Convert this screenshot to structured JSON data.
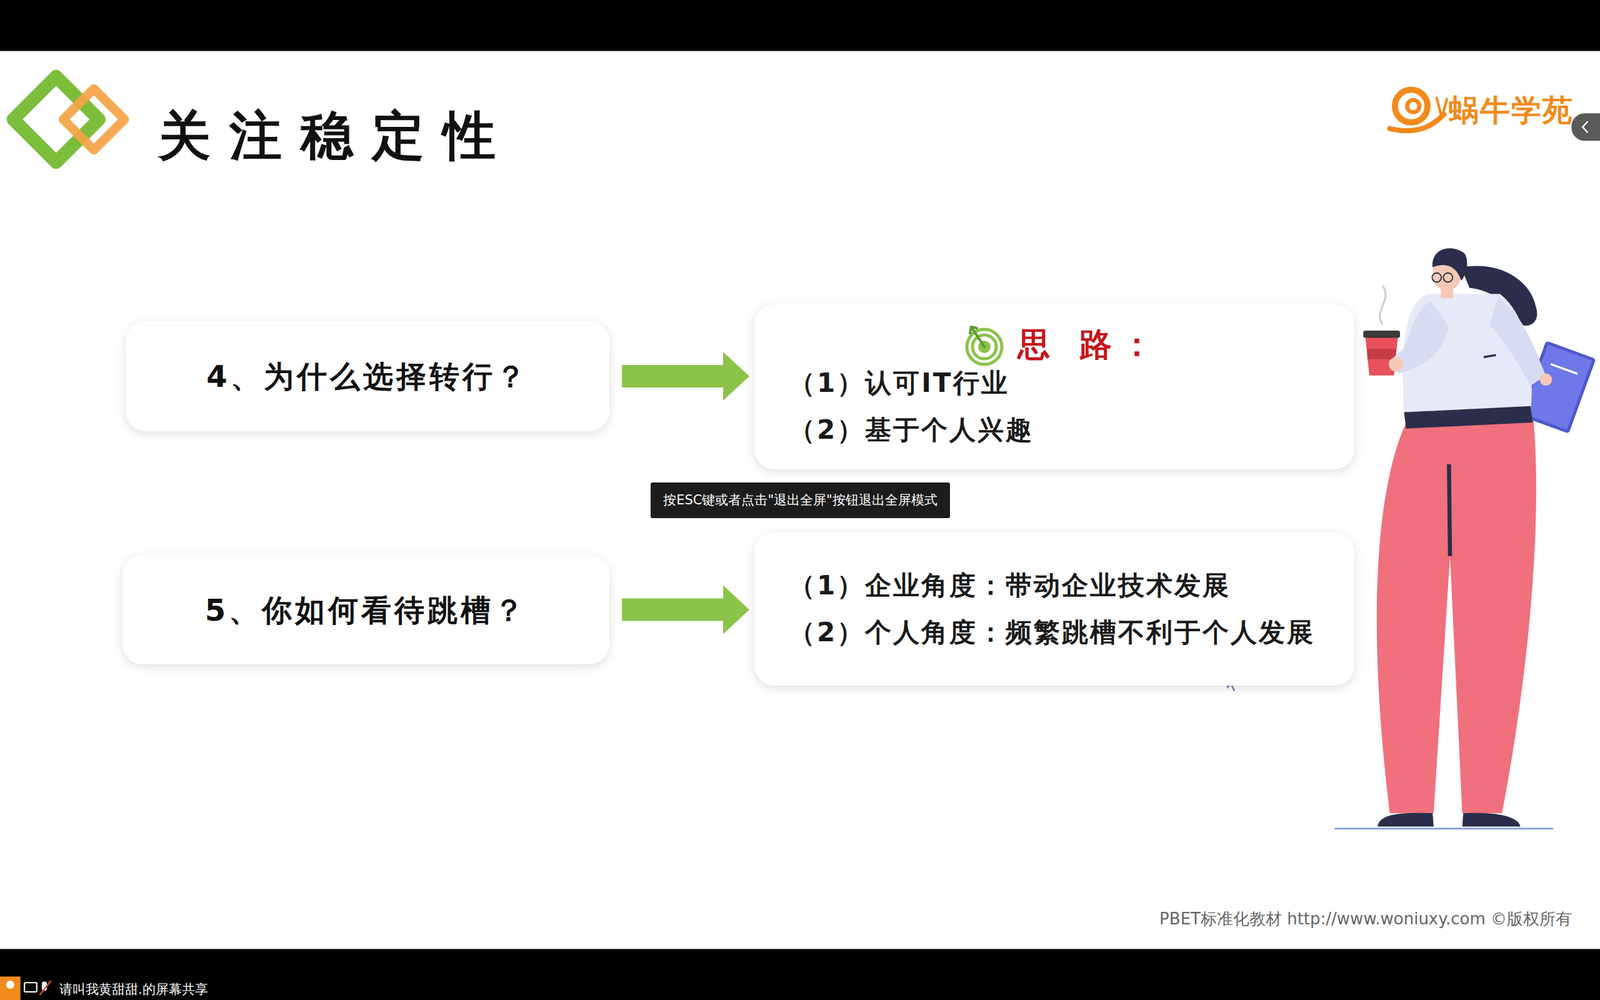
{
  "diagram": {
    "title": "关注稳定性",
    "nodes": [
      {
        "text": [
          "4、为什么选择转行？"
        ]
      },
      {
        "text": [
          "思 路：",
          "（1）认可IT行业",
          "（2）基于个人兴趣"
        ]
      },
      {
        "text": [
          "按ESC键或者点击\"退出全屏\"按钮退出全屏模式"
        ]
      },
      {
        "text": [
          "5、你如何看待跳槽？"
        ]
      },
      {
        "text": [
          "（1）企业角度：带动企业技术发展",
          "（2）个人角度：频繁跳槽不利于个人发展"
        ]
      }
    ],
    "edges": [
      {
        "from": 0,
        "to": 1,
        "arrow": "to"
      },
      {
        "from": 3,
        "to": 4,
        "arrow": "to"
      }
    ],
    "labels": [
      "蜗牛学苑",
      "PBET标准化教材 http://www.woniuxy.com ©版权所有",
      "请叫我黄甜甜.的屏幕共享"
    ]
  }
}
